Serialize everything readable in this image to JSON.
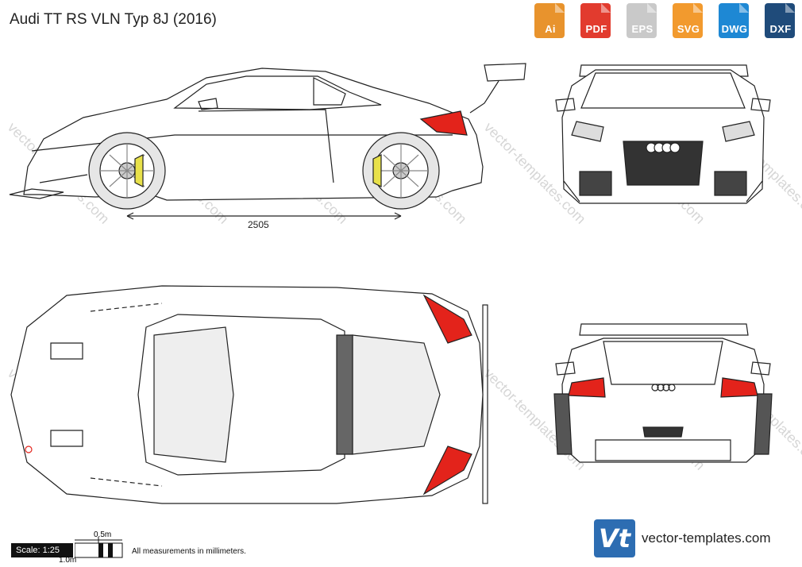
{
  "title": "Audi TT RS VLN Typ 8J (2016)",
  "formats": [
    {
      "label": "Ai",
      "color": "#e8932d"
    },
    {
      "label": "PDF",
      "color": "#e23b2e"
    },
    {
      "label": "EPS",
      "color": "#c9c9c9"
    },
    {
      "label": "SVG",
      "color": "#f29a2e"
    },
    {
      "label": "DWG",
      "color": "#1e88d4"
    },
    {
      "label": "DXF",
      "color": "#1f4b7a"
    }
  ],
  "dimension": "2505",
  "scale": {
    "label": "Scale: 1:25",
    "half": "0.5m",
    "full": "1.0m"
  },
  "note": "All measurements in millimeters.",
  "brand": {
    "logo": "Vt",
    "site": "vector-templates.com"
  },
  "watermark": "vector-templates.com",
  "accent": "#e3231b"
}
